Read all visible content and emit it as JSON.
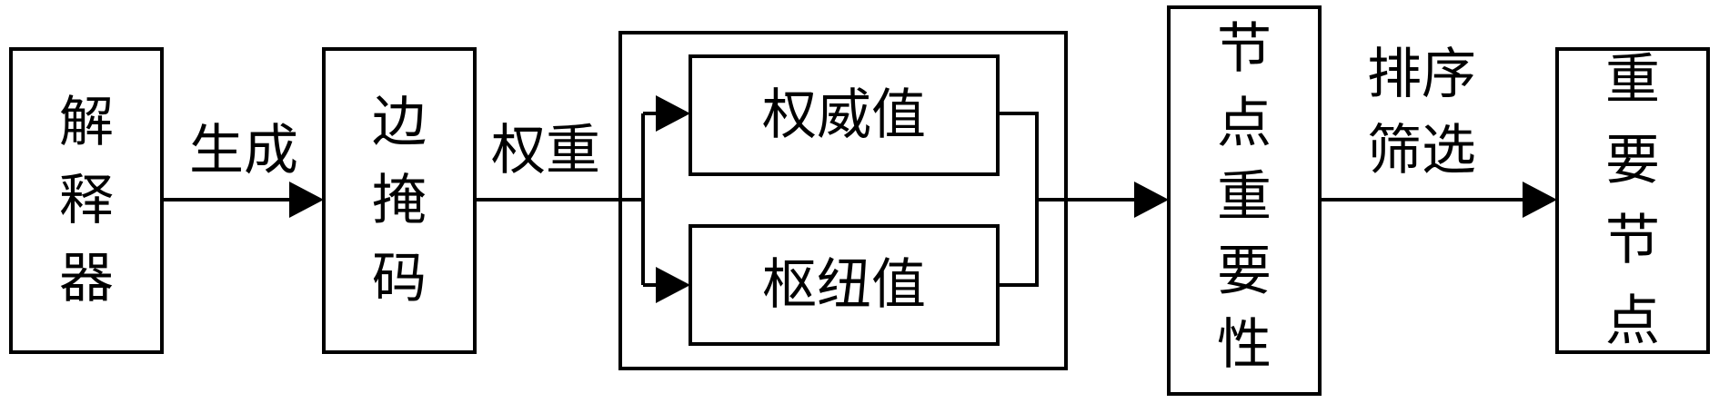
{
  "boxes": {
    "interpreter": "解释器",
    "edge_mask": "边掩码",
    "authority": "权威值",
    "hub": "枢纽值",
    "node_importance": "节点重要性",
    "important_nodes": "重要节点"
  },
  "edge_labels": {
    "generate": "生成",
    "weight": "权重",
    "sort_filter_line1": "排序",
    "sort_filter_line2": "筛选"
  }
}
